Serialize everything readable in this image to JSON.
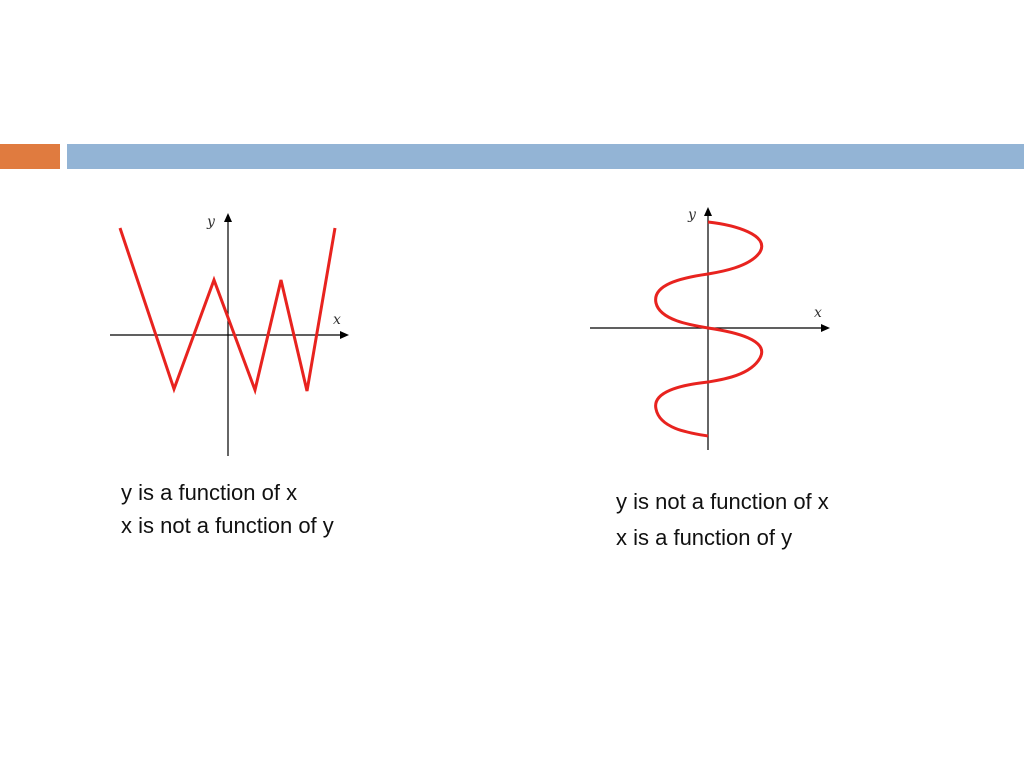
{
  "theme": {
    "accent_orange": "#e07b3f",
    "accent_blue": "#93b4d5",
    "curve_color": "#e8231f"
  },
  "left_graph": {
    "x_axis_label": "x",
    "y_axis_label": "y",
    "caption_line_1": "y is a function of x",
    "caption_line_2": "x is not a function of y"
  },
  "right_graph": {
    "x_axis_label": "x",
    "y_axis_label": "y",
    "caption_line_1": "y is not a function of x",
    "caption_line_2": "x is a function of y"
  }
}
